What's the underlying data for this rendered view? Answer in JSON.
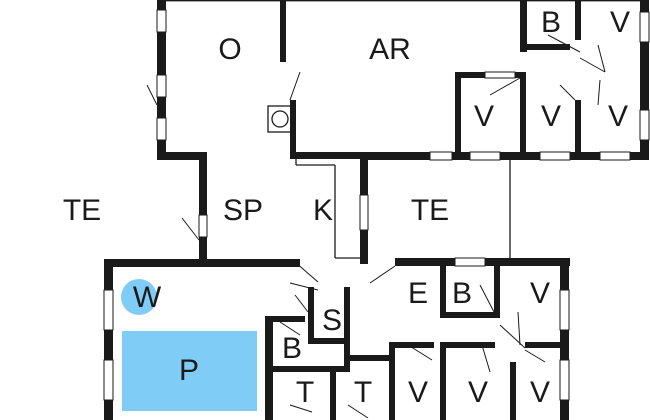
{
  "colors": {
    "wall": "#1a1a1a",
    "background": "#ffffff",
    "pool": "#7fcdf6",
    "whirlpool": "#7fcdf6"
  },
  "rooms": {
    "living_o": "O",
    "activity_room": "AR",
    "terrace_west": "TE",
    "dining_sp": "SP",
    "kitchen": "K",
    "terrace_middle": "TE",
    "entrance": "E",
    "bath_top": "B",
    "bath_middle": "B",
    "bath_pool": "B",
    "sauna": "S",
    "whirlpool": "W",
    "pool": "P",
    "bedrooms": [
      "V",
      "V",
      "V",
      "V",
      "V",
      "V",
      "V",
      "V"
    ],
    "toilets": [
      "T",
      "T"
    ]
  }
}
